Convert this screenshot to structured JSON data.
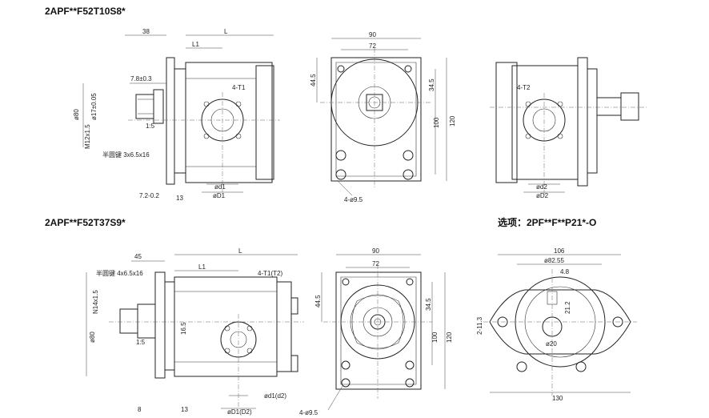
{
  "titles": {
    "model_a": "2APF**F52T10S8*",
    "model_b": "2APF**F52T37S9*",
    "option": "选项：2PF**F**P21*-O"
  },
  "view_a": {
    "d38": "38",
    "dL": "L",
    "dL1": "L1",
    "d78": "7.8±0.3",
    "d4T1": "4-T1",
    "d15": "1:5",
    "key": "半圆键 3x6.5x16",
    "d72": "7.2-0.2",
    "d13": "13",
    "phid1": "ød1",
    "phiD1": "øD1",
    "phi80": "ø80",
    "phi17": "ø17±0.05",
    "m12": "M12x1.5"
  },
  "view_b": {
    "d90": "90",
    "d72": "72",
    "d445": "44.5",
    "d345": "34.5",
    "d100": "100",
    "d120": "120",
    "holes": "4-ø9.5"
  },
  "view_c": {
    "d4T2": "4-T2",
    "phid2": "ød2",
    "phiD2": "øD2"
  },
  "view_d": {
    "d45": "45",
    "dL": "L",
    "dL1": "L1",
    "key": "半圆键 4x6.5x16",
    "d4T1T2": "4-T1(T2)",
    "d165": "16.5",
    "d15": "1:5",
    "n14": "N14x1.5",
    "phi80": "ø80",
    "phid1": "ød1(d2)",
    "phiD1": "øD1(D2)",
    "d8": "8",
    "d13": "13"
  },
  "view_e": {
    "d90": "90",
    "d72": "72",
    "d445": "44.5",
    "d345": "34.5",
    "d100": "100",
    "d120": "120",
    "holes": "4-ø9.5"
  },
  "view_f": {
    "d106": "106",
    "phi8255": "ø82.55",
    "d48": "4.8",
    "d113": "2-11.3",
    "d212": "21.2",
    "phi20": "ø20",
    "d130": "130"
  }
}
